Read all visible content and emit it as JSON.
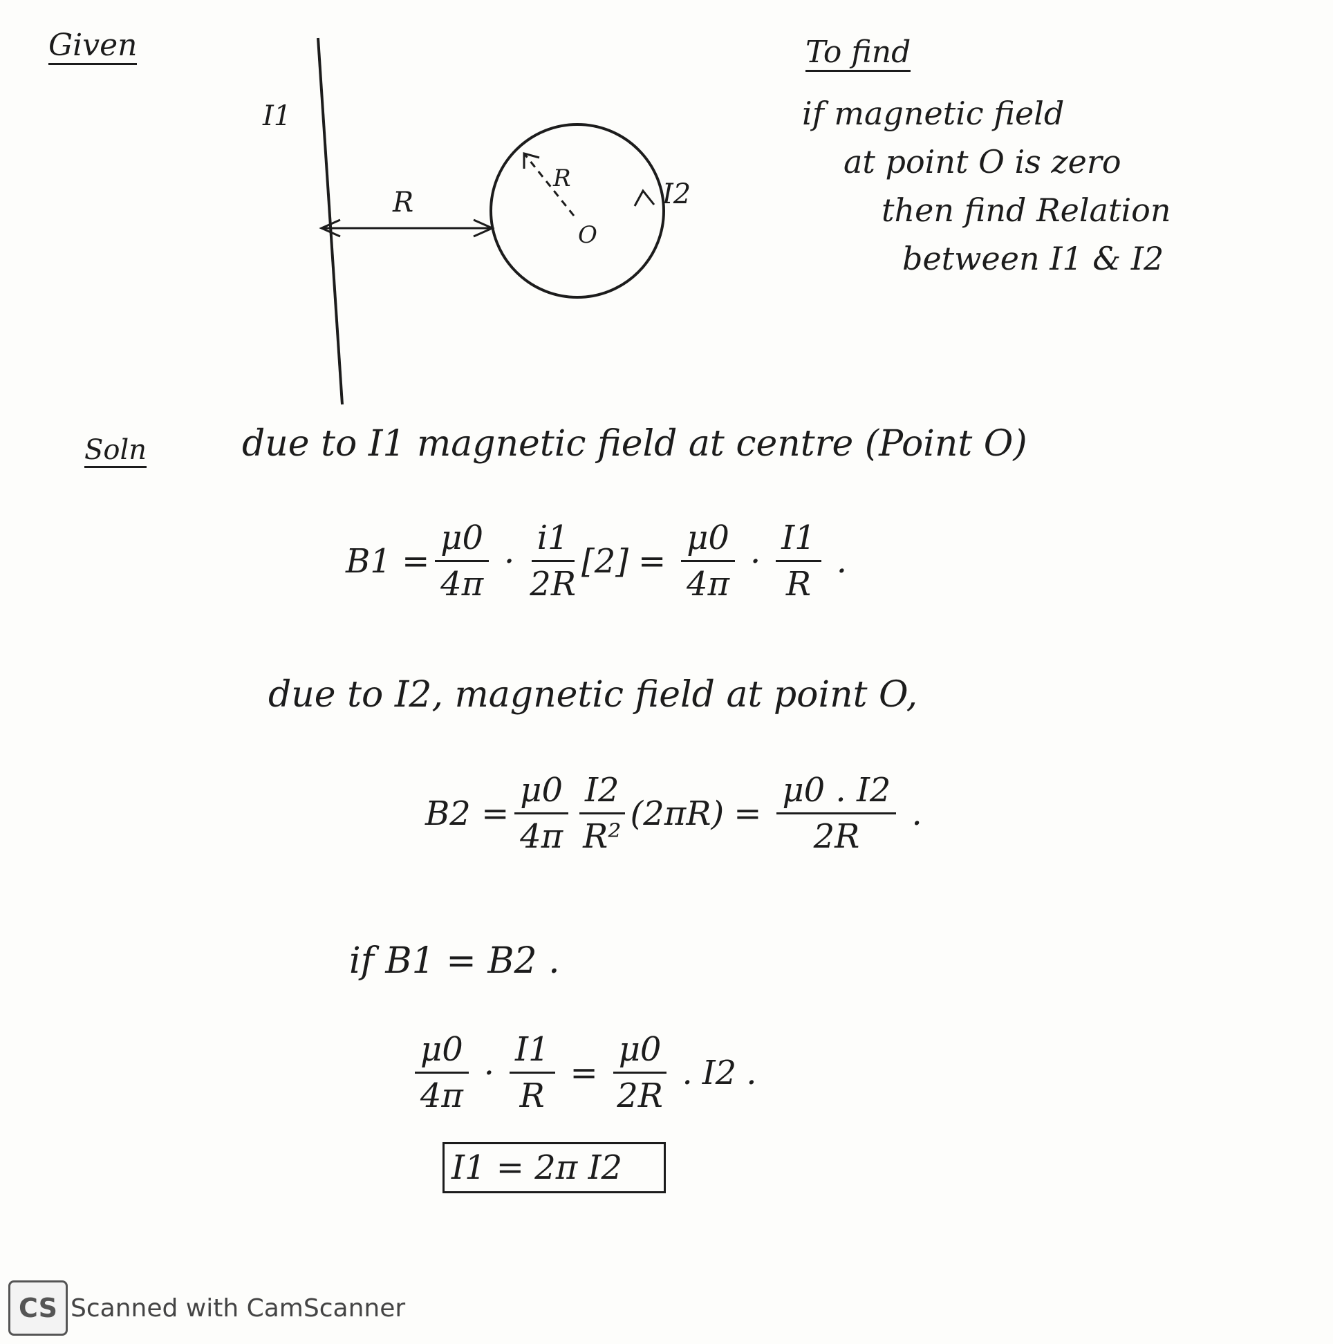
{
  "heading": {
    "given": "Given",
    "to_find": "To find"
  },
  "diagram": {
    "wire_current": "I1",
    "distance": "R",
    "radius": "R",
    "loop_current": "I2",
    "center": "O"
  },
  "to_find_text": [
    "if magnetic field",
    "at point O is zero",
    "then find Relation",
    "between I1 & I2"
  ],
  "solution": {
    "label": "Soln",
    "line1": "due to I1 magnetic field at centre (Point O)",
    "b1": {
      "lhs": "B1 =",
      "c_num": "μ0",
      "c_den": "4π",
      "f_num": "i1",
      "f_den": "2R",
      "bracket": "[2]",
      "r_num": "μ0",
      "r_den": "4π",
      "r2_num": "I1",
      "r2_den": "R"
    },
    "line2": "due to I2, magnetic field at point O,",
    "b2": {
      "lhs": "B2 =",
      "c_num": "μ0",
      "c_den": "4π",
      "f_num": "I2",
      "f_den": "R²",
      "paren": "(2πR)",
      "r_num": "μ0 . I2",
      "r_den": "2R"
    },
    "cond": "if  B1 = B2 .",
    "eq3": {
      "l_num": "μ0",
      "l_den": "4π",
      "l2_num": "I1",
      "l2_den": "R",
      "r_num": "μ0",
      "r_den": "2R",
      "r2": "I2"
    },
    "answer": "I1 = 2π I2"
  },
  "footer": {
    "logo": "CS",
    "text": "Scanned with CamScanner"
  }
}
